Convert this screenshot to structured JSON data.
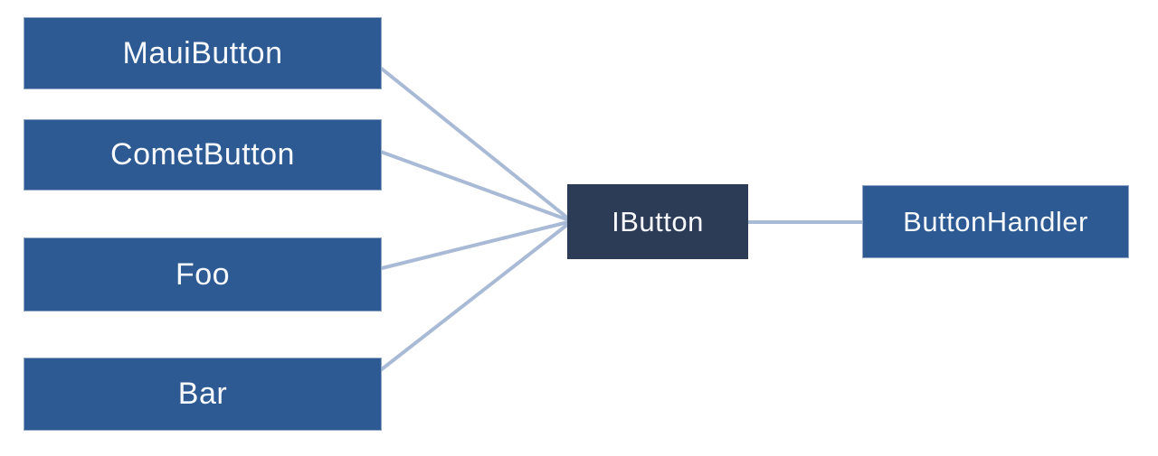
{
  "diagram": {
    "nodes": [
      {
        "id": "mauibutton",
        "label": "MauiButton",
        "type": "class"
      },
      {
        "id": "cometbutton",
        "label": "CometButton",
        "type": "class"
      },
      {
        "id": "foo",
        "label": "Foo",
        "type": "class"
      },
      {
        "id": "bar",
        "label": "Bar",
        "type": "class"
      },
      {
        "id": "ibutton",
        "label": "IButton",
        "type": "interface"
      },
      {
        "id": "buttonhandler",
        "label": "ButtonHandler",
        "type": "class"
      }
    ],
    "edges": [
      {
        "from": "MauiButton",
        "to": "IButton"
      },
      {
        "from": "CometButton",
        "to": "IButton"
      },
      {
        "from": "Foo",
        "to": "IButton"
      },
      {
        "from": "Bar",
        "to": "IButton"
      },
      {
        "from": "IButton",
        "to": "ButtonHandler"
      }
    ],
    "colors": {
      "class_fill": "#2d5a92",
      "interface_fill": "#2c3c57",
      "connector": "#a9bad6",
      "label_text": "#f7f9fc",
      "background": "#ffffff"
    }
  }
}
